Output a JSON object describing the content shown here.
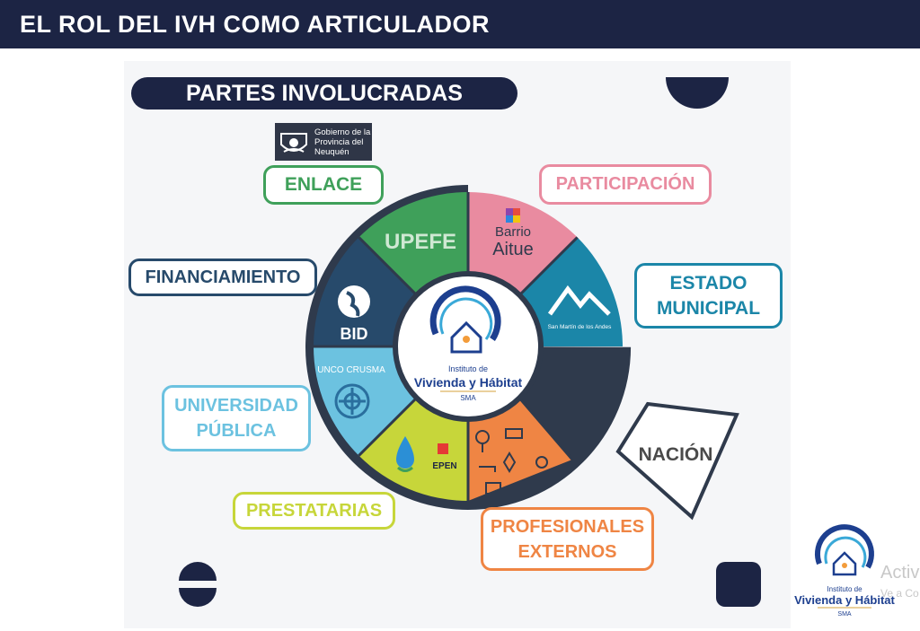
{
  "header": {
    "title": "EL ROL DEL IVH COMO ARTICULADOR"
  },
  "section": {
    "title": "PARTES INVOLUCRADAS"
  },
  "logos": {
    "gobierno": "Gobierno de la Provincia del Neuquén",
    "ivh_line1": "Instituto de",
    "ivh_line2": "Vivienda y Hábitat",
    "ivh_line3": "SMA",
    "barrio_line1": "Barrio",
    "barrio_line2": "Aitue",
    "san_martin": "San Martín de los Andes",
    "bid": "BID",
    "unco": "UNCO CRUSMA",
    "epen": "EPEN"
  },
  "segments": {
    "upefe": "UPEFE"
  },
  "labels": {
    "enlace": "ENLACE",
    "participacion": "PARTICIPACIÓN",
    "financiamiento": "FINANCIAMIENTO",
    "estado_line1": "ESTADO",
    "estado_line2": "MUNICIPAL",
    "universidad_line1": "UNIVERSIDAD",
    "universidad_line2": "PÚBLICA",
    "nacion": "NACIÓN",
    "prestatarias": "PRESTATARIAS",
    "profesionales_line1": "PROFESIONALES",
    "profesionales_line2": "EXTERNOS"
  },
  "watermark": {
    "line1": "Activ",
    "line2": "Ve a Co"
  },
  "colors": {
    "navy": "#1c2444",
    "green": "#3fa05a",
    "pink": "#e98ba0",
    "teal": "#1b86a8",
    "darkblue": "#274a6b",
    "lightblue": "#6cc2e0",
    "lime": "#c7d63a",
    "orange": "#ef8544"
  }
}
